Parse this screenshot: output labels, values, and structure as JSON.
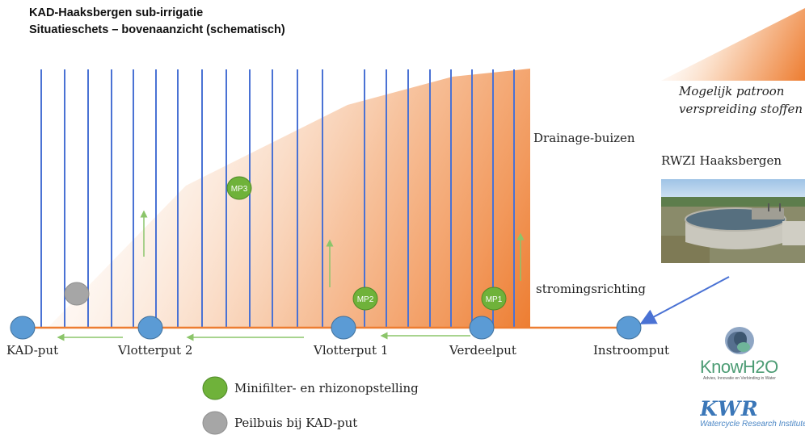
{
  "title": {
    "line1": "KAD-Haaksbergen sub-irrigatie",
    "line2": "Situatieschets – bovenaanzicht (schematisch)"
  },
  "labels": {
    "drainage": "Drainage-buizen",
    "flow": "stromingsrichting",
    "pattern_line1": "Mogelijk patroon",
    "pattern_line2": "verspreiding stoffen",
    "rwzi": "RWZI Haaksbergen"
  },
  "wells": {
    "kad_put": "KAD-put",
    "vlotterput2": "Vlotterput 2",
    "vlotterput1": "Vlotterput 1",
    "verdeelput": "Verdeelput",
    "instroomput": "Instroomput"
  },
  "markers": {
    "mp1": "MP1",
    "mp2": "MP2",
    "mp3": "MP3"
  },
  "legend": {
    "minifilter": "Minifilter- en rhizonopstelling",
    "peilbuis": "Peilbuis bij KAD-put"
  },
  "logos": {
    "knowh2o": "KnowH2O",
    "knowh2o_tagline": "Advies, Innovatie en Verbinding in Water",
    "kwr": "KWR",
    "kwr_tagline": "Watercycle Research Institute"
  },
  "colors": {
    "drain_line": "#4a72d4",
    "orange": "#ed7d31",
    "green": "#6fb23a",
    "blue_well": "#5b9bd5",
    "gray": "#a6a6a6",
    "arrow_green": "#8bc56a"
  }
}
